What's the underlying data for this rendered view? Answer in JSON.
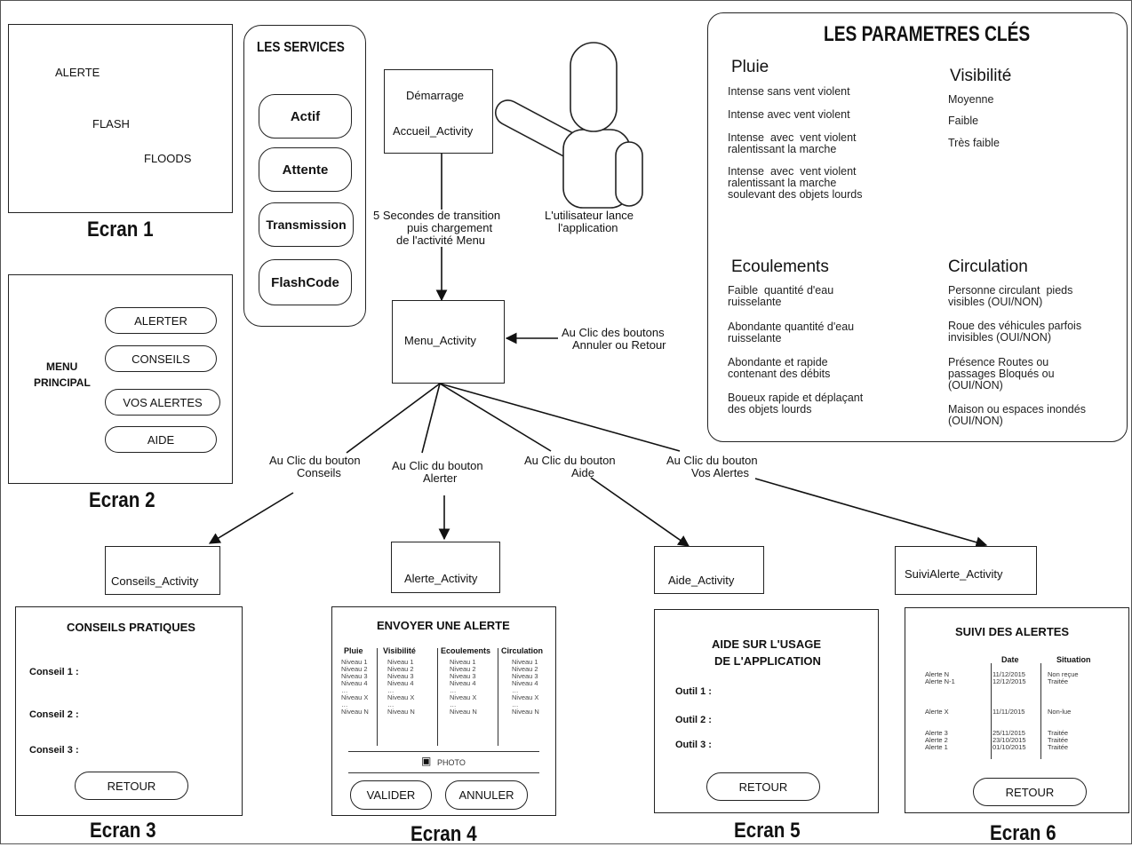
{
  "screen1": {
    "l1": "ALERTE",
    "l2": "FLASH",
    "l3": "FLOODS",
    "caption": "Ecran 1"
  },
  "services": {
    "title": "LES SERVICES",
    "items": [
      "Actif",
      "Attente",
      "Transmission",
      "FlashCode"
    ]
  },
  "flow": {
    "start_l1": "Démarrage",
    "start_l2": "Accueil_Activity",
    "user_l1": "L'utilisateur lance",
    "user_l2": "l'application",
    "transition_l1": "5 Secondes de transition",
    "transition_l2": "puis chargement",
    "transition_l3": "de l'activité Menu",
    "menu": "Menu_Activity",
    "back_l1": "Au Clic des boutons",
    "back_l2": "Annuler ou Retour",
    "c1_l1": "Au Clic du bouton",
    "c1_l2": "Conseils",
    "c2_l1": "Au Clic du bouton",
    "c2_l2": "Alerter",
    "c3_l1": "Au Clic du bouton",
    "c3_l2": "Aide",
    "c4_l1": "Au Clic du bouton",
    "c4_l2": "Vos Alertes",
    "act_conseils": "Conseils_Activity",
    "act_alerte": "Alerte_Activity",
    "act_aide": "Aide_Activity",
    "act_suivi": "SuiviAlerte_Activity"
  },
  "params": {
    "title": "LES PARAMETRES CLÉS",
    "pluie": {
      "title": "Pluie",
      "items": [
        "Intense  sans vent violent",
        "Intense  avec vent violent",
        "Intense  avec  vent violent\nralentissant la marche",
        "Intense  avec  vent violent\nralentissant la marche\nsoulevant des objets lourds"
      ]
    },
    "visibilite": {
      "title": "Visibilité",
      "items": [
        "Moyenne",
        "Faible",
        "Très faible"
      ]
    },
    "ecoulements": {
      "title": "Ecoulements",
      "items": [
        "Faible  quantité d'eau\nruisselante",
        "Abondante quantité d'eau\nruisselante",
        "Abondante et rapide\ncontenant des débits",
        "Boueux rapide et déplaçant\ndes objets lourds"
      ]
    },
    "circulation": {
      "title": "Circulation",
      "items": [
        "Personne circulant  pieds\nvisibles (OUI/NON)",
        "Roue des véhicules parfois\ninvisibles (OUI/NON)",
        "Présence Routes ou\npassages Bloqués ou\n(OUI/NON)",
        "Maison ou espaces inondés\n(OUI/NON)"
      ]
    }
  },
  "screen2": {
    "menu_l1": "MENU",
    "menu_l2": "PRINCIPAL",
    "buttons": [
      "ALERTER",
      "CONSEILS",
      "VOS ALERTES",
      "AIDE"
    ],
    "caption": "Ecran 2"
  },
  "screen3": {
    "title": "CONSEILS PRATIQUES",
    "items": [
      "Conseil 1 :",
      "Conseil 2 :",
      "Conseil 3 :"
    ],
    "button": "RETOUR",
    "caption": "Ecran 3"
  },
  "screen4": {
    "title": "ENVOYER UNE ALERTE",
    "cols": [
      "Pluie",
      "Visibilité",
      "Ecoulements",
      "Circulation"
    ],
    "levels": [
      "Niveau 1",
      "Niveau 2",
      "Niveau 3",
      "Niveau 4",
      "Niveau X",
      "Niveau N"
    ],
    "photo": "PHOTO",
    "valider": "VALIDER",
    "annuler": "ANNULER",
    "caption": "Ecran 4"
  },
  "screen5": {
    "title_l1": "AIDE SUR L'USAGE",
    "title_l2": "DE L'APPLICATION",
    "items": [
      "Outil 1 :",
      "Outil 2 :",
      "Outil 3 :"
    ],
    "button": "RETOUR",
    "caption": "Ecran 5"
  },
  "screen6": {
    "title": "SUIVI DES ALERTES",
    "col_date": "Date",
    "col_situation": "Situation",
    "rows": [
      {
        "name": "Alerte N",
        "date": "11/12/2015",
        "sit": "Non reçue"
      },
      {
        "name": "Alerte N-1",
        "date": "12/12/2015",
        "sit": "Traitée"
      },
      {
        "name": "Alerte X",
        "date": "11/11/2015",
        "sit": "Non-lue"
      },
      {
        "name": "Alerte 3",
        "date": "25/11/2015",
        "sit": "Traitée"
      },
      {
        "name": "Alerte 2",
        "date": "23/10/2015",
        "sit": "Traitée"
      },
      {
        "name": "Alerte 1",
        "date": "01/10/2015",
        "sit": "Traitée"
      }
    ],
    "button": "RETOUR",
    "caption": "Ecran 6"
  }
}
